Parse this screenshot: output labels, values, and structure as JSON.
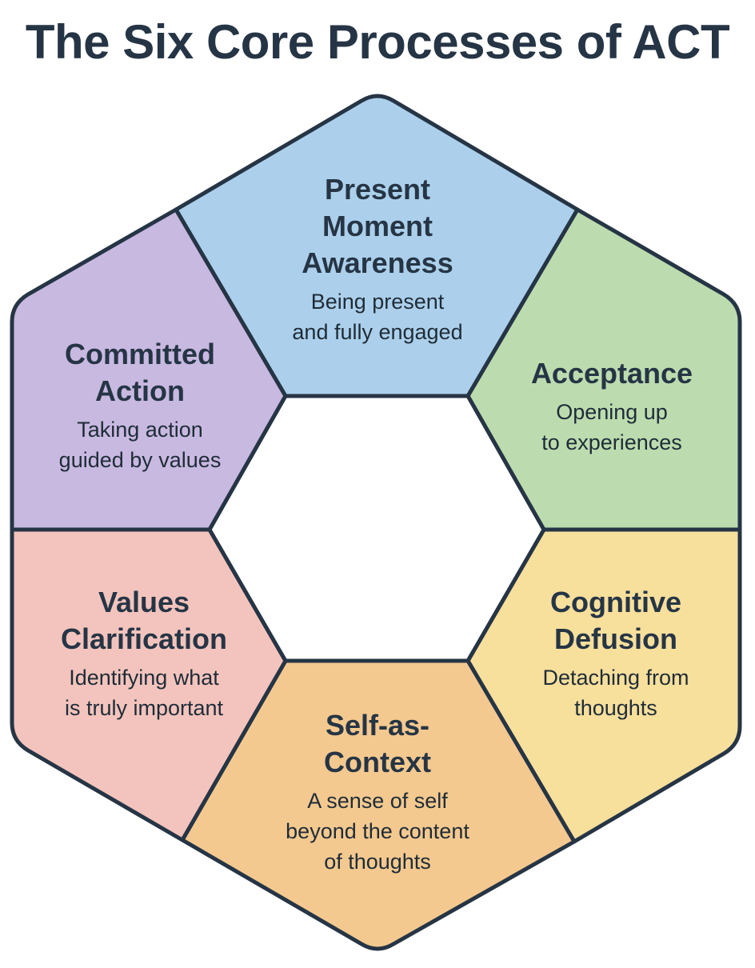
{
  "title": "The Six Core Processes of ACT",
  "outline_color": "#263545",
  "processes": [
    {
      "id": "present-moment-awareness",
      "name": "Present\nMoment\nAwareness",
      "description": "Being present\nand fully engaged",
      "color": "#acd0eb",
      "position": "top"
    },
    {
      "id": "acceptance",
      "name": "Acceptance",
      "description": "Opening up\nto experiences",
      "color": "#bcdcaf",
      "position": "upper-right"
    },
    {
      "id": "cognitive-defusion",
      "name": "Cognitive\nDefusion",
      "description": "Detaching from\nthoughts",
      "color": "#f7df9c",
      "position": "lower-right"
    },
    {
      "id": "self-as-context",
      "name": "Self-as-\nContext",
      "description": "A sense of self\nbeyond the content\nof thoughts",
      "color": "#f4c98f",
      "position": "bottom"
    },
    {
      "id": "values-clarification",
      "name": "Values\nClarification",
      "description": "Identifying what\nis truly important",
      "color": "#f3c4bd",
      "position": "lower-left"
    },
    {
      "id": "committed-action",
      "name": "Committed\nAction",
      "description": "Taking action\nguided by values",
      "color": "#c8b9e0",
      "position": "upper-left"
    }
  ],
  "center_color": "#ffffff"
}
